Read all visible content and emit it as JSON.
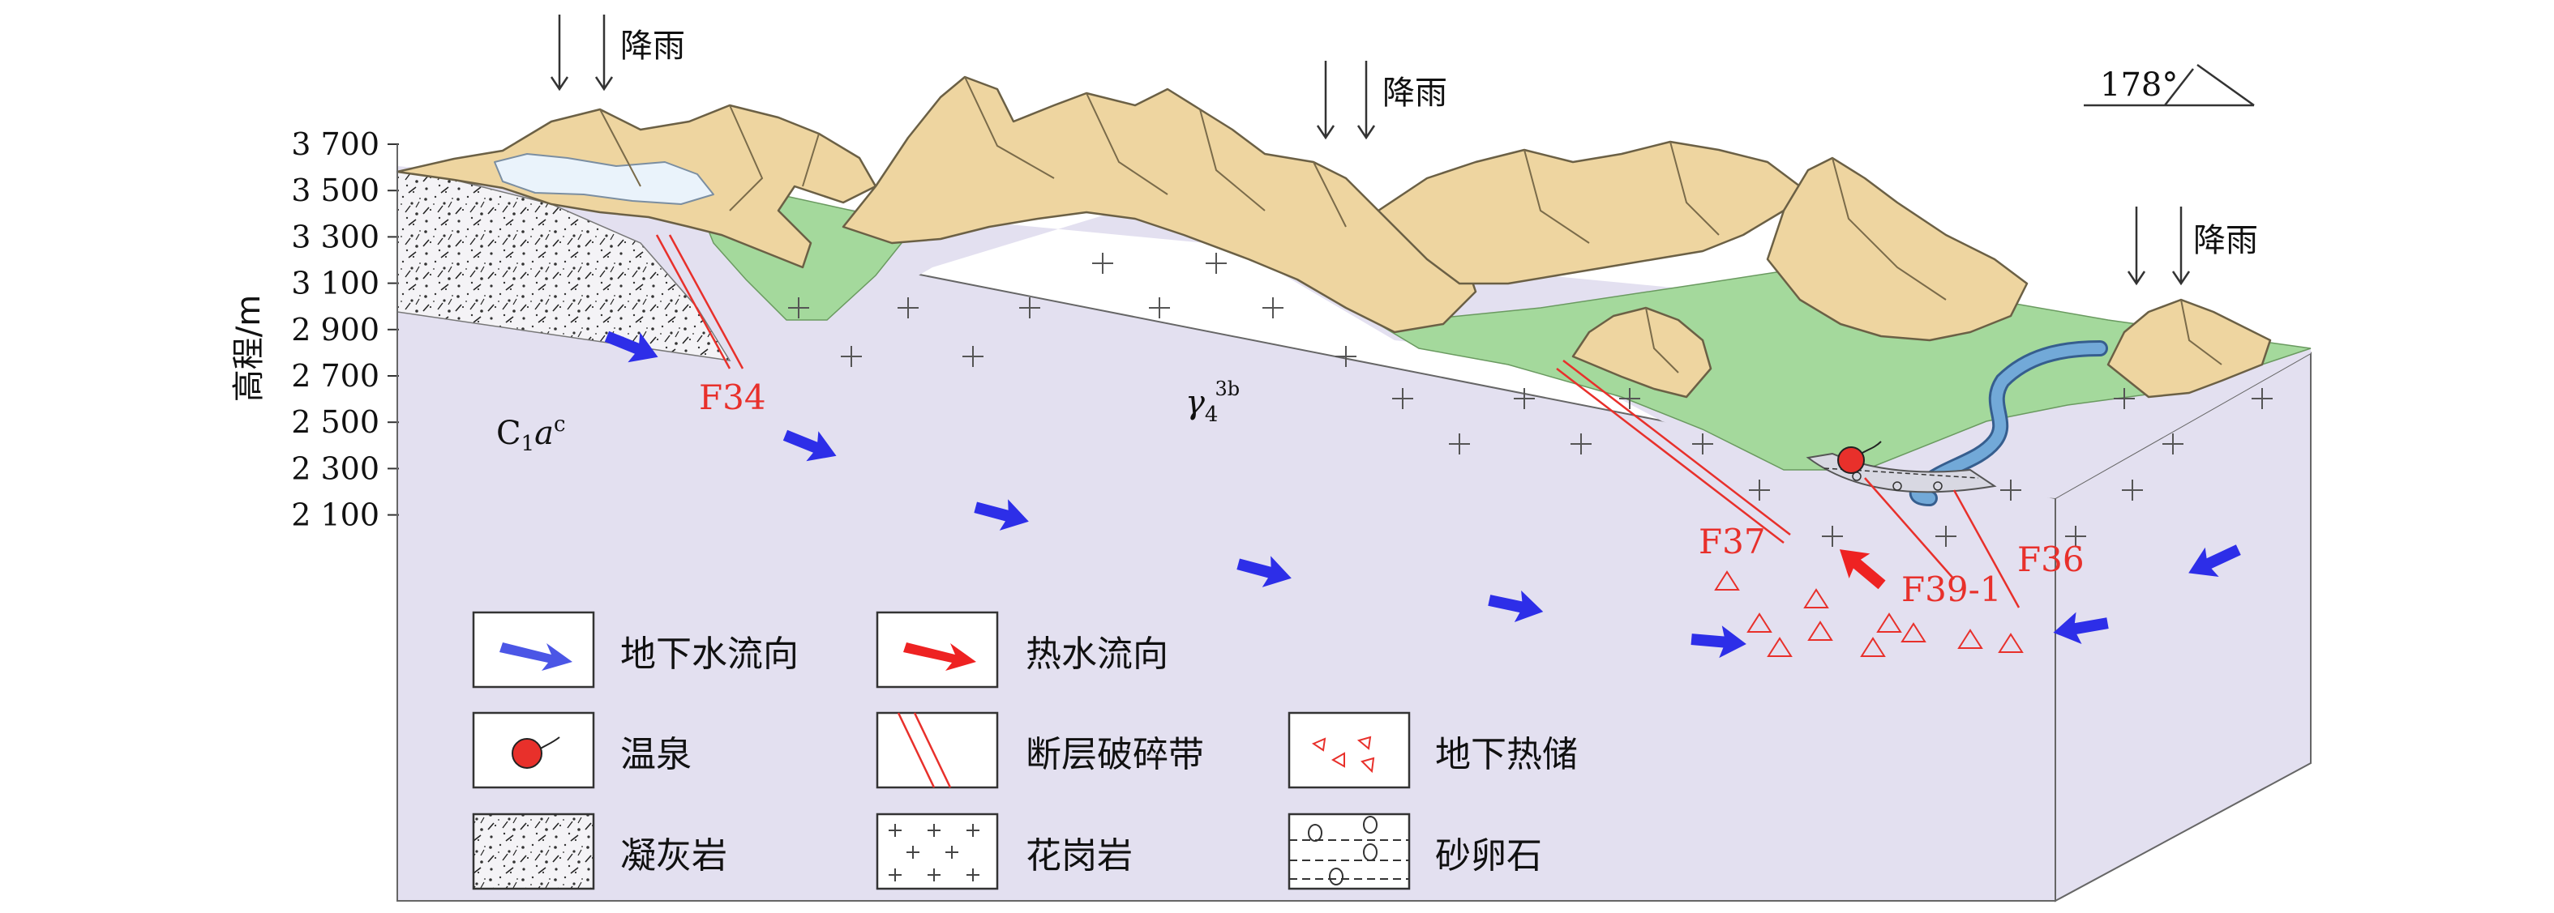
{
  "rain_labels": [
    "降雨",
    "降雨",
    "降雨"
  ],
  "strike": "178°",
  "axis": {
    "ylabel": "高程/m",
    "ticks": [
      "3 700",
      "3 500",
      "3 300",
      "3 100",
      "2 900",
      "2 700",
      "2 500",
      "2 300",
      "2 100"
    ]
  },
  "faults": {
    "f34": "F34",
    "f37": "F37",
    "f39": "F39-1",
    "f36": "F36"
  },
  "strata": {
    "c1_main": "C",
    "c1_sub": "1",
    "c1_a": "a",
    "c1_sup": "c",
    "gamma_main": "γ",
    "gamma_sub": "4",
    "gamma_sup": "3b"
  },
  "legend": {
    "groundwater_flow": "地下水流向",
    "hot_water_flow": "热水流向",
    "hot_spring": "温泉",
    "fault_zone": "断层破碎带",
    "geothermal_reservoir": "地下热储",
    "tuff": "凝灰岩",
    "granite": "花岗岩",
    "gravel": "砂卵石"
  },
  "colors": {
    "block": "#e3e0f0",
    "mountain": "#eed5a0",
    "vegetation": "#a4d99c",
    "river": "#72a9d8",
    "fault": "#e8302b",
    "groundwater_arrow": "#2d2ee8",
    "hot_arrow": "#ee2222"
  }
}
